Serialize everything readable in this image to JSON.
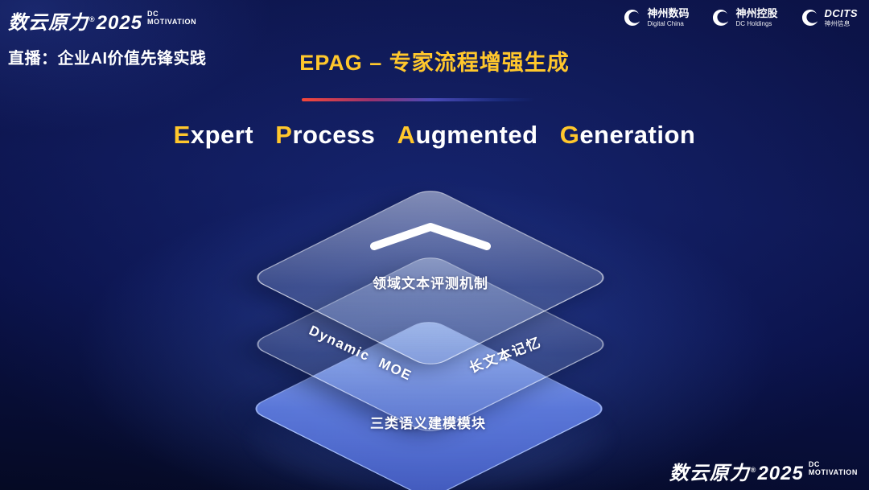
{
  "brand": {
    "name": "数云原力",
    "reg": "®",
    "year": "2025",
    "sub_line1": "DC",
    "sub_line2": "MOTIVATION"
  },
  "header": {
    "live_label": "直播：企业AI价值先锋实践",
    "title": "EPAG – 专家流程增强生成"
  },
  "partners": [
    {
      "name": "神州数码",
      "sub": "Digital China"
    },
    {
      "name": "神州控股",
      "sub": "DC Holdings"
    },
    {
      "name": "DCITS",
      "sub": "神州信息"
    }
  ],
  "heading": {
    "words": [
      {
        "first": "E",
        "rest": "xpert"
      },
      {
        "first": "P",
        "rest": "rocess"
      },
      {
        "first": "A",
        "rest": "ugmented"
      },
      {
        "first": "G",
        "rest": "eneration"
      }
    ]
  },
  "diagram": {
    "top_layer_label": "领域文本评测机制",
    "middle_layer_label_left": "Dynamic MOE",
    "middle_layer_label_right": "长文本记忆",
    "bottom_layer_label": "三类语义建模模块"
  },
  "colors": {
    "accent_gold": "#ffc72c",
    "divider_red": "#f5473a",
    "divider_blue": "#4a4ab8",
    "layer_blue": "#5f7de1",
    "background": "#0c1347"
  }
}
